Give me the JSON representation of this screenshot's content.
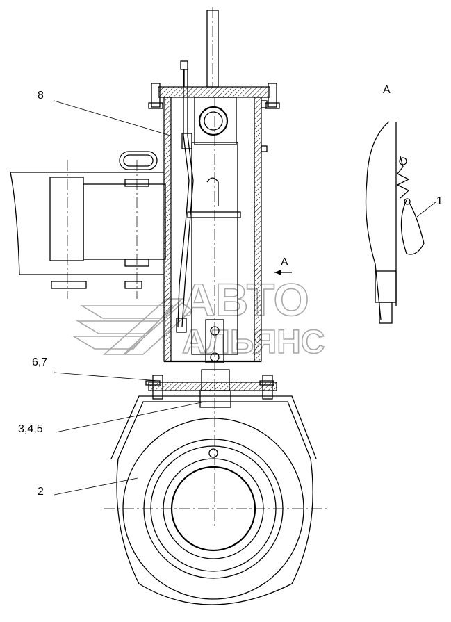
{
  "labels": {
    "item_8": "8",
    "item_67": "6,7",
    "item_345": "3,4,5",
    "item_2": "2",
    "item_1": "1",
    "view_a_title": "A",
    "view_a_arrow": "A"
  },
  "watermark": {
    "line1": "АВТО",
    "line2": "АЛЬЯНС"
  }
}
